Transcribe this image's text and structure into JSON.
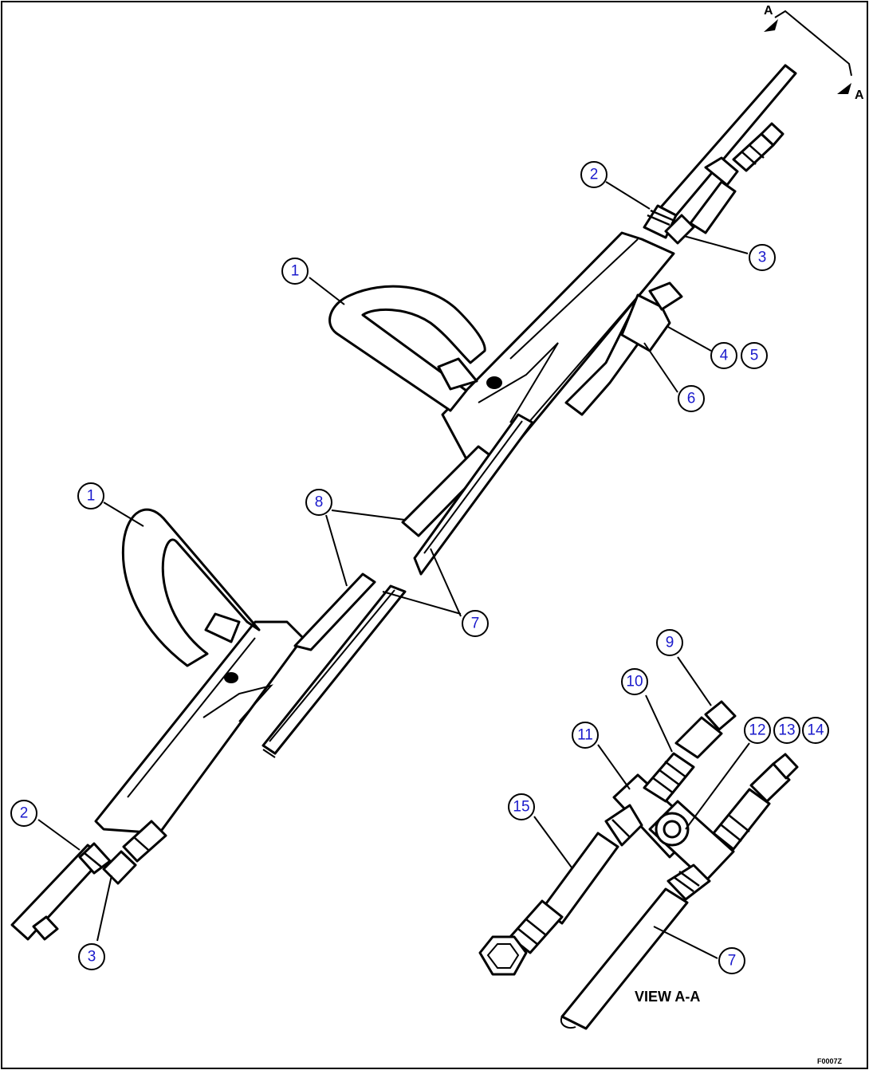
{
  "view_marker": "A",
  "view_label": "VIEW A-A",
  "figure_code": "F0007Z",
  "balloons": [
    "1",
    "2",
    "3",
    "4",
    "5",
    "6",
    "7",
    "8",
    "9",
    "10",
    "11",
    "12",
    "13",
    "14",
    "15"
  ]
}
